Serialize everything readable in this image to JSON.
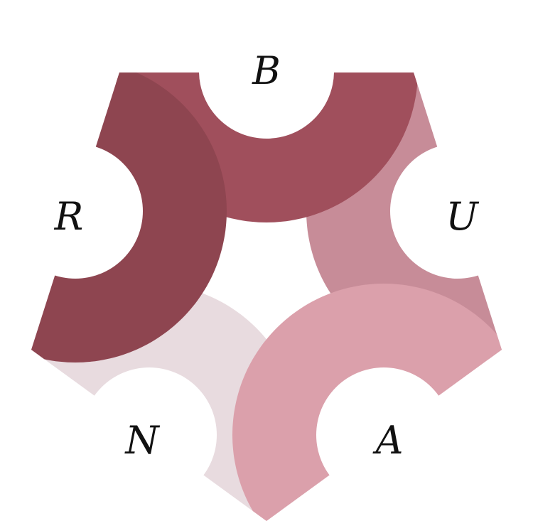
{
  "logo": {
    "letters": [
      {
        "text": "N",
        "color": "#e8dbdf"
      },
      {
        "text": "U",
        "color": "#c78c98"
      },
      {
        "text": "A",
        "color": "#dba0ab"
      },
      {
        "text": "B",
        "color": "#a04f5c"
      },
      {
        "text": "R",
        "color": "#8e4550"
      }
    ]
  }
}
